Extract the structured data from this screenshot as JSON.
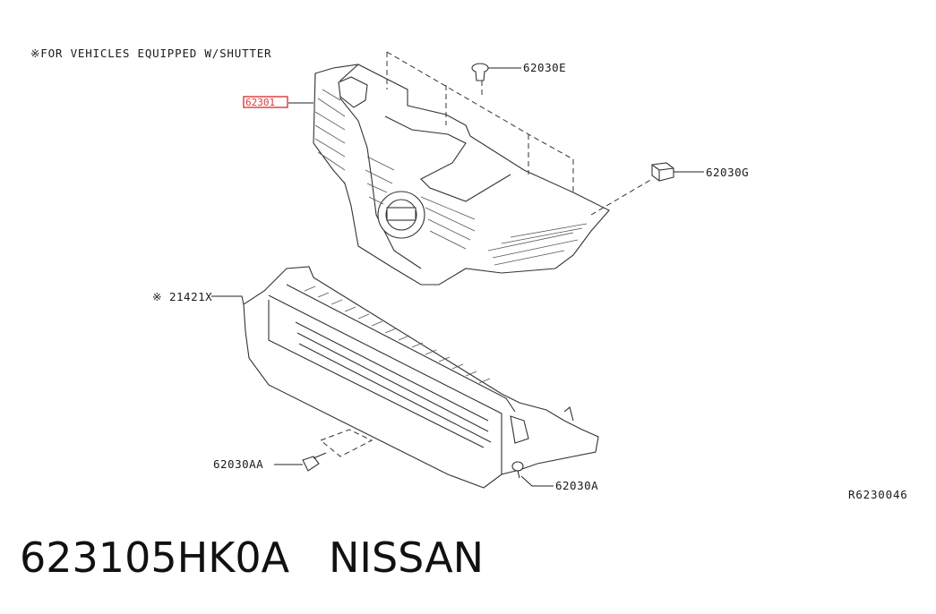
{
  "diagram": {
    "note": "※FOR VEHICLES EQUIPPED W/SHUTTER",
    "callouts": {
      "grille": "62301",
      "clip_e": "62030E",
      "clip_g": "62030G",
      "shutter": "※ 21421X",
      "screw_aa": "62030AA",
      "screw_a": "62030A"
    },
    "drawing_code": "R6230046"
  },
  "caption": {
    "part_number": "623105HK0A",
    "brand": "NISSAN"
  },
  "colors": {
    "highlight": "#d83a3a",
    "ink": "#222222"
  }
}
